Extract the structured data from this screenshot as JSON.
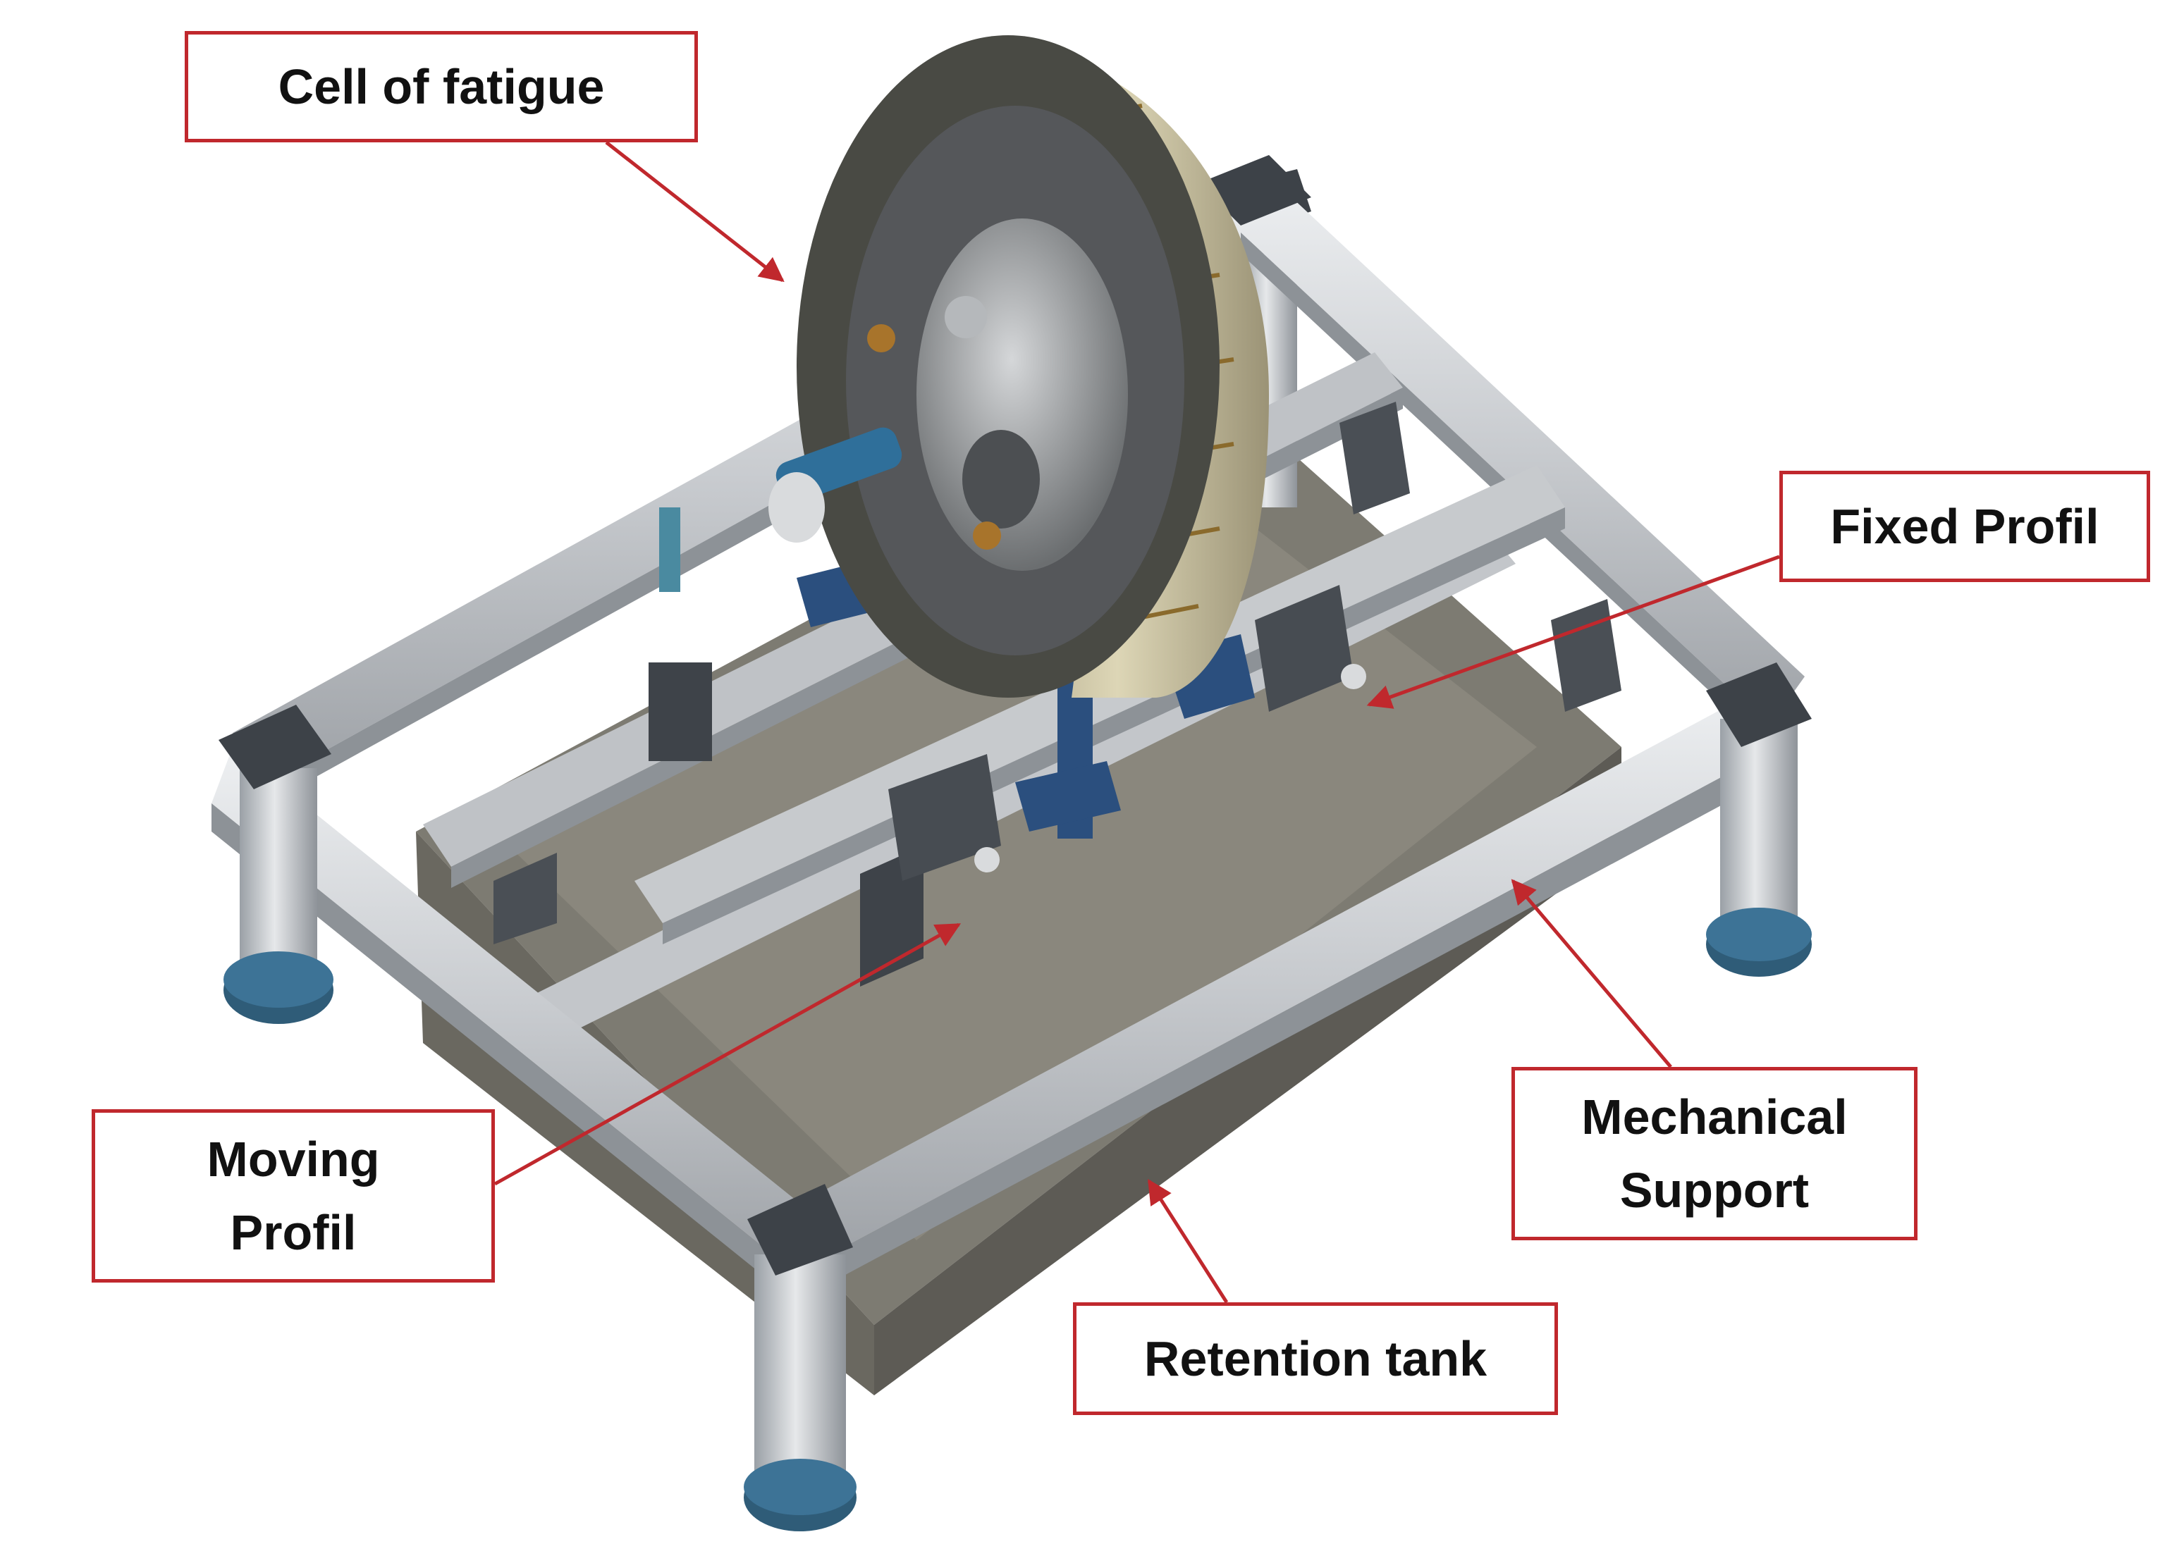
{
  "labels": {
    "cell_of_fatigue": "Cell of fatigue",
    "fixed_profil": "Fixed Profil",
    "mechanical_support_line1": "Mechanical",
    "mechanical_support_line2": "Support",
    "moving_profil_line1": "Moving",
    "moving_profil_line2": "Profil",
    "retention_tank": "Retention tank"
  },
  "colors": {
    "callout_border": "#c0282d",
    "arrow": "#c0282d",
    "aluminium_profile": "#c9ccd0",
    "corner_caps": "#3d4248",
    "feet": "#2f5c78",
    "tank_floor": "#7d7b72",
    "wheel_tread": "#cfc8a8",
    "wheel_side": "#494a44",
    "brackets": "#2b4f7e"
  },
  "icons": [
    "cell-of-fatigue-icon",
    "test-bench-frame-icon",
    "retention-tank-icon"
  ]
}
